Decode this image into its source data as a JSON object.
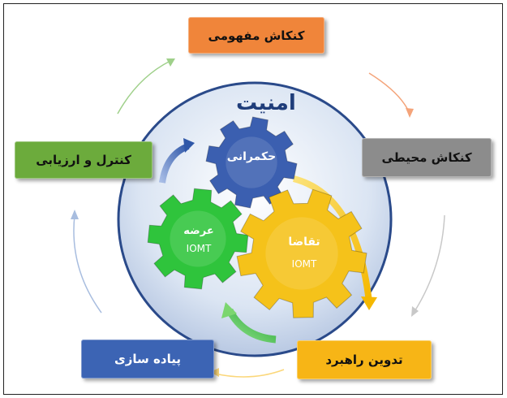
{
  "center_title": "امنیت",
  "boxes": {
    "top": "کنکاش مفهومی",
    "right": "کنکاش محیطی",
    "bottom_right": "تدوین راهبرد",
    "bottom_left": "پیاده سازی",
    "left": "کنترل و ارزیابی"
  },
  "gears": {
    "governance": "حکمرانی",
    "supply": "عرضه",
    "supply_sub": "IOMT",
    "demand": "تقاضا",
    "demand_sub": "IOMT"
  },
  "colors": {
    "top": "#f0853a",
    "right": "#8c8c8c",
    "bottom_right": "#f7b516",
    "bottom_left": "#3c64b4",
    "left": "#6cab3c",
    "gear_blue": "#3b5fb0",
    "gear_green": "#2fc43c",
    "gear_yellow": "#f5c21a",
    "circle": "#dfe8f5"
  }
}
